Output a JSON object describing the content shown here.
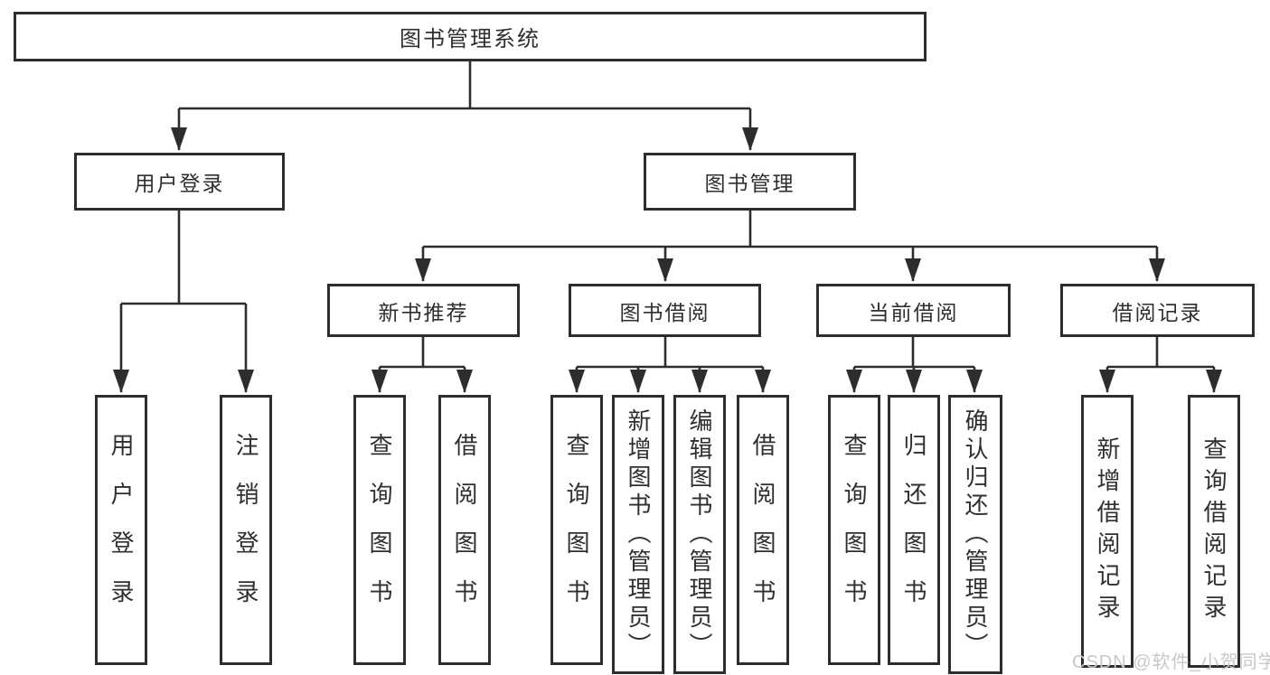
{
  "tree": {
    "label": "图书管理系统",
    "children": [
      {
        "label": "用户登录",
        "children": [
          {
            "label": "用户登录"
          },
          {
            "label": "注销登录"
          }
        ]
      },
      {
        "label": "图书管理",
        "children": [
          {
            "label": "新书推荐",
            "children": [
              {
                "label": "查询图书"
              },
              {
                "label": "借阅图书"
              }
            ]
          },
          {
            "label": "图书借阅",
            "children": [
              {
                "label": "查询图书"
              },
              {
                "label": "新增图书（管理员）"
              },
              {
                "label": "编辑图书（管理员）"
              },
              {
                "label": "借阅图书"
              }
            ]
          },
          {
            "label": "当前借阅",
            "children": [
              {
                "label": "查询图书"
              },
              {
                "label": "归还图书"
              },
              {
                "label": "确认归还（管理员）"
              }
            ]
          },
          {
            "label": "借阅记录",
            "children": [
              {
                "label": "新增借阅记录"
              },
              {
                "label": "查询借阅记录"
              }
            ]
          }
        ]
      }
    ]
  },
  "watermark": {
    "text": "CSDN @软件_小贺同学"
  },
  "colors": {
    "line": "#2d2d2d",
    "text": "#2f2f2f",
    "box_background": "#ffffff",
    "watermark": "#c8c8c8",
    "background": "#ffffff"
  }
}
